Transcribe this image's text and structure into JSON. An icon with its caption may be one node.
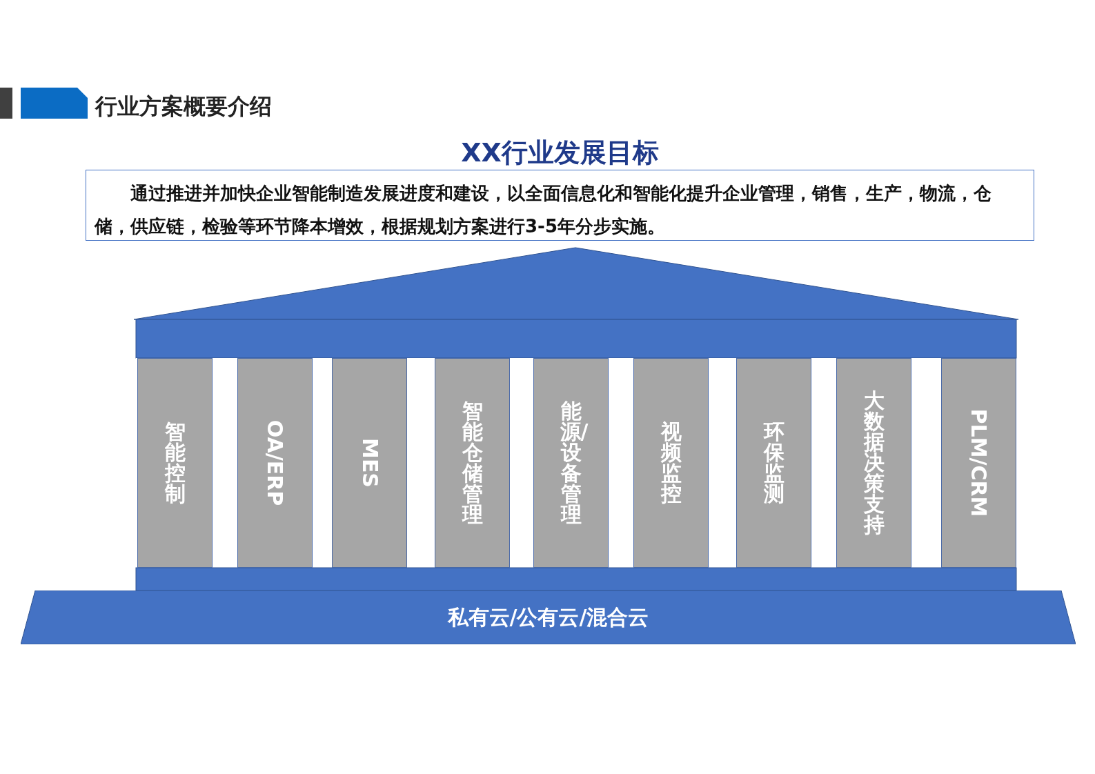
{
  "diagram": {
    "title": "行业方案概要介绍",
    "nodes": [
      {
        "text": [
          "XX行业发展目标",
          "通过推进并加快企业智能制造发展进度和建设，以全面信息化和智能化提升企业管理，销售，生产，物流，仓储，供应链，检验等环节降本增效，根据规划方案进行3-5年分步实施。"
        ]
      },
      {
        "text": [
          "智能控制"
        ]
      },
      {
        "text": [
          "OA/ERP"
        ]
      },
      {
        "text": [
          "MES"
        ]
      },
      {
        "text": [
          "智能仓储管理"
        ]
      },
      {
        "text": [
          "能源/设备管理"
        ]
      },
      {
        "text": [
          "视频监控"
        ]
      },
      {
        "text": [
          "环保监测"
        ]
      },
      {
        "text": [
          "大数据决策支持"
        ]
      },
      {
        "text": [
          "PLM/CRM"
        ]
      },
      {
        "text": [
          "私有云/公有云/混合云"
        ]
      }
    ],
    "edges": []
  }
}
